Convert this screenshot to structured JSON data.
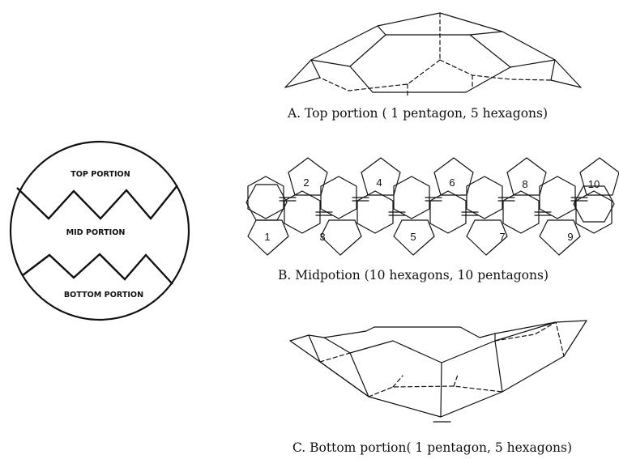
{
  "sphere": {
    "top_label": "TOP PORTION",
    "mid_label": "MID PORTION",
    "bottom_label": "BOTTOM PORTION"
  },
  "captions": {
    "a": "A. Top portion ( 1 pentagon, 5 hexagons)",
    "b": "B. Midpotion (10 hexagons, 10 pentagons)",
    "c": "C. Bottom portion( 1 pentagon, 5 hexagons)"
  },
  "mid_pentagon_numbers": [
    "1",
    "2",
    "3",
    "4",
    "5",
    "6",
    "7",
    "8",
    "9",
    "10"
  ]
}
